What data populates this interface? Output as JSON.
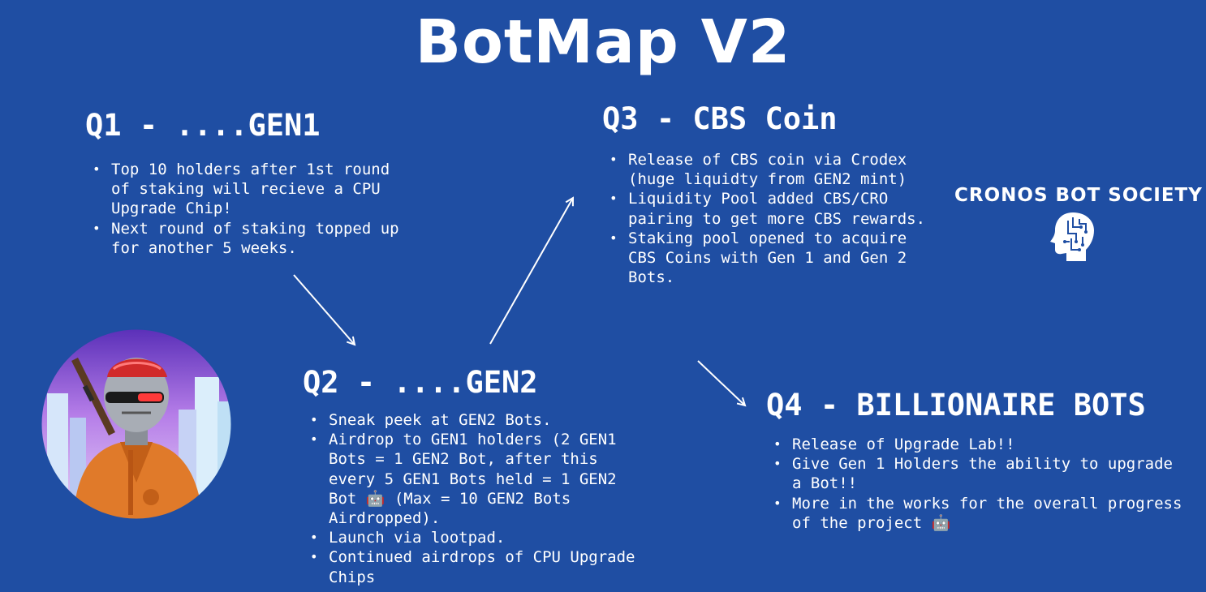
{
  "title": "BotMap V2",
  "brand": {
    "name": "CRONOS BOT SOCIETY",
    "icon": "head-circuit-icon"
  },
  "colors": {
    "background": "#1f4ea3",
    "text": "#ffffff"
  },
  "q1": {
    "heading": "Q1 - ....GEN1",
    "items": [
      "Top 10 holders after 1st round of staking will recieve a CPU Upgrade Chip!",
      "Next round of staking topped up for another 5 weeks."
    ]
  },
  "q2": {
    "heading": "Q2 - ....GEN2",
    "items": [
      "Sneak peek at GEN2 Bots.",
      "Airdrop to GEN1 holders (2 GEN1 Bots = 1 GEN2 Bot, after this every 5 GEN1 Bots held = 1 GEN2 Bot 🤖 (Max = 10 GEN2 Bots Airdropped).",
      "Launch via lootpad.",
      "Continued airdrops of CPU Upgrade Chips"
    ]
  },
  "q3": {
    "heading": "Q3 - CBS Coin",
    "items": [
      "Release of CBS coin via Crodex (huge liquidty from GEN2 mint)",
      "Liquidity Pool added CBS/CRO pairing to get more CBS rewards.",
      "Staking pool opened to acquire CBS Coins with Gen 1 and Gen 2 Bots."
    ]
  },
  "q4": {
    "heading": "Q4 - BILLIONAIRE BOTS",
    "items": [
      "Release of Upgrade Lab!!",
      "Give Gen 1 Holders the ability to upgrade a Bot!!",
      "More in the works for the overall progress of the project 🤖"
    ]
  }
}
